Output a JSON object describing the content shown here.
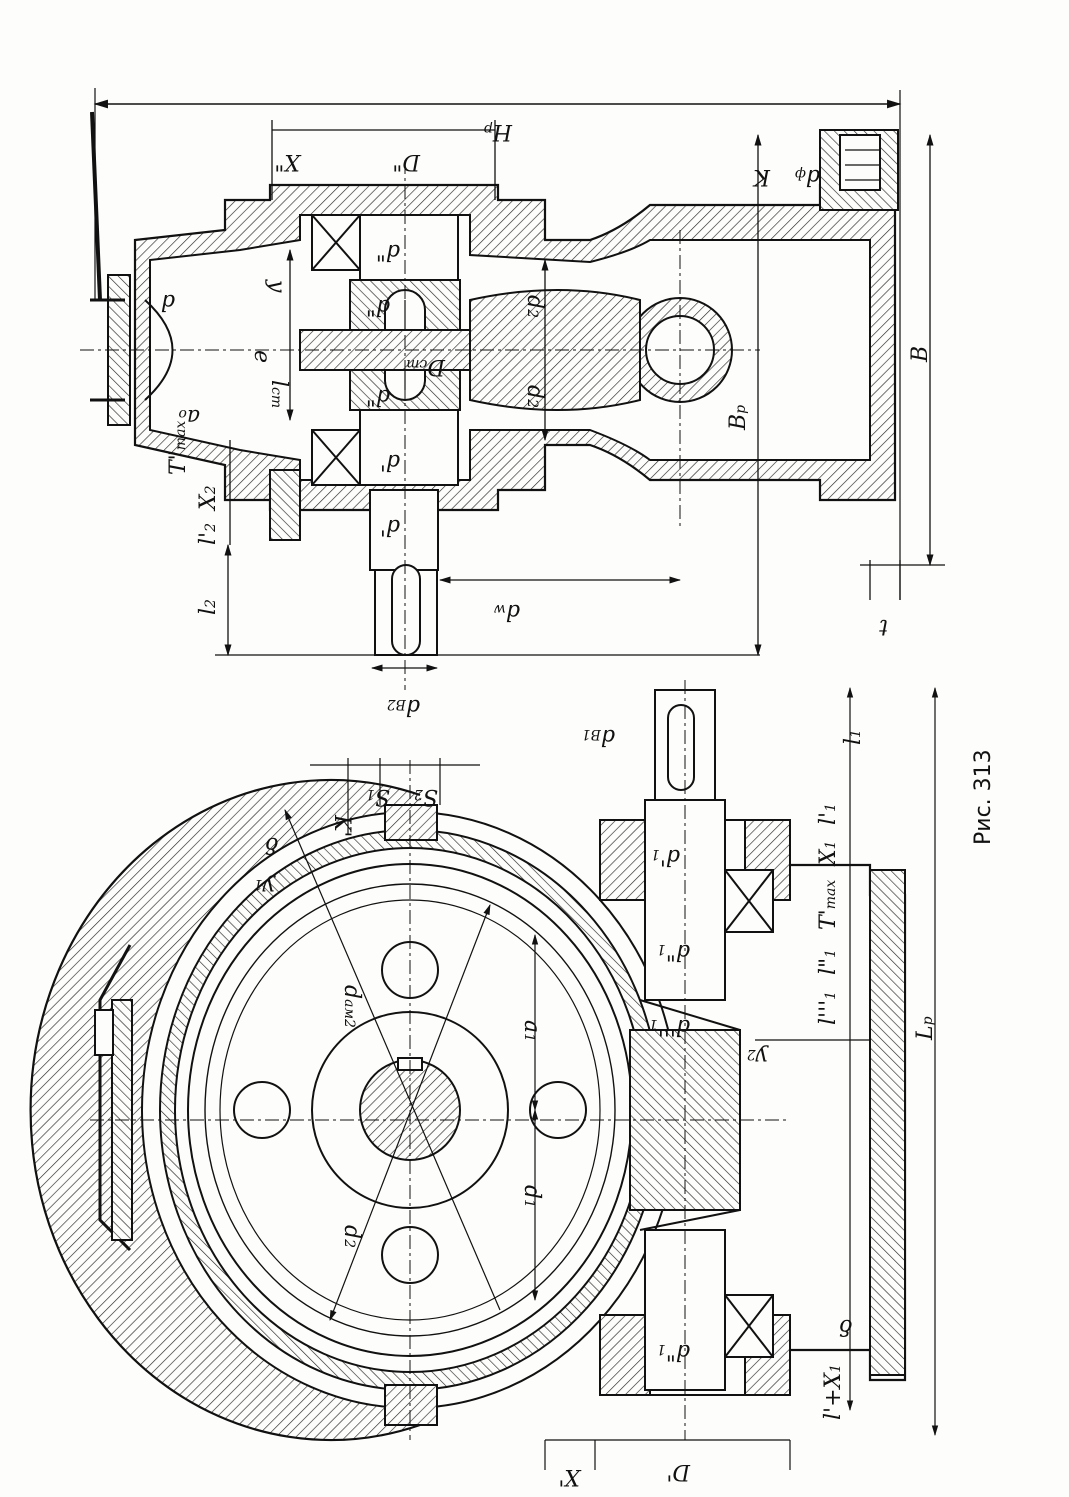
{
  "caption": "Рис. 313",
  "colors": {
    "ink": "#111111",
    "paper": "#fdfdfb",
    "hatch": "#2a2a2a"
  },
  "top_view": {
    "labels": {
      "Hp": "H",
      "Hp_sub": "p",
      "Bp": "B",
      "Bp_sub": "p",
      "B": "B",
      "K": "K",
      "dph": "d",
      "dph_sub": "ф",
      "t": "t",
      "X2pp": "X\"",
      "Dpp": "D\"",
      "d2pp_top": "d\"",
      "d2_shaft": "d",
      "d2_shaft_sub": "2",
      "d2_hub": "d",
      "d2_hub_sub": "2",
      "dcm": "D",
      "dcm_sub": "cm",
      "d2pp_a": "d\"",
      "d2pp_b": "d\"",
      "d2p": "d'",
      "d2p_b": "d'",
      "y": "y",
      "e": "e",
      "lcm": "l",
      "lcm_sub": "cm",
      "a0": "a",
      "a0_sub": "o",
      "d_small": "d",
      "Tmax": "T\"",
      "Tmax_sub": "max",
      "X2": "X",
      "X2_sub": "2",
      "l2p": "l'",
      "l2p_sub": "2",
      "l2": "l",
      "l2_sub": "2",
      "dw": "d",
      "dw_sub": "w",
      "dB2": "d",
      "dB2_sub": "B2"
    }
  },
  "side_view": {
    "labels": {
      "delta_top": "δ",
      "delta_bottom": "δ",
      "K1": "K'",
      "S1": "S",
      "S1_sub": "1",
      "S2": "S",
      "S2_sub": "2",
      "y1": "y",
      "y1_sub": "1",
      "dam2": "d",
      "dam2_sub": "aм2",
      "d2": "d",
      "d2_sub": "2",
      "a1": "a",
      "a1_sub": "1",
      "d1": "d",
      "d1_sub": "1",
      "dB1": "d",
      "dB1_sub": "B1",
      "l1": "l",
      "l1_sub": "1",
      "l1p": "l'",
      "l1p_sub": "1",
      "X1": "X",
      "X1_sub": "1",
      "T1max": "T'",
      "T1max_sub": "max",
      "l1pp": "l\"",
      "l1pp_sub": "1",
      "l1ppp": "l'''",
      "l1ppp_sub": "1",
      "d1p_a": "d'",
      "d1p_a_sub": "1",
      "d1pp": "d\"",
      "d1pp_sub": "1",
      "d1ppp": "d'''",
      "d1ppp_sub": "1",
      "d1pp_b": "d\"",
      "d1pp_b_sub": "1",
      "y2": "y",
      "y2_sub": "2",
      "Lp": "L",
      "Lp_sub": "p",
      "l1pX1": "l'",
      "l1pX1_rest": "+X",
      "l1pX1_sub": "1",
      "Dp": "D'",
      "Xp": "X'"
    }
  }
}
